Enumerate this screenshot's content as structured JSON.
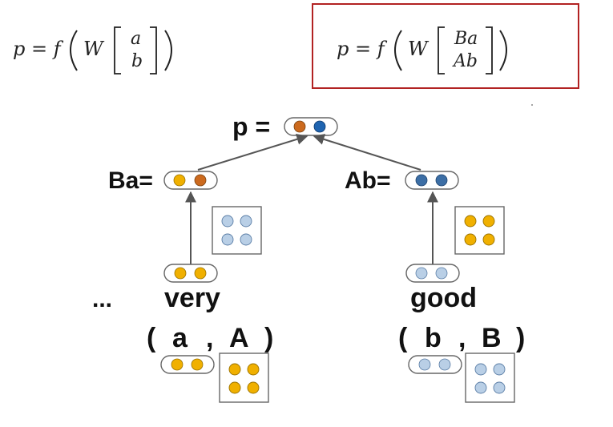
{
  "formula_left": {
    "lhs": "p = f",
    "w": "W",
    "v_top": "a",
    "v_bottom": "b"
  },
  "formula_right": {
    "lhs": "p = f",
    "w": "W",
    "v_top": "Ba",
    "v_bottom": "Ab"
  },
  "tree": {
    "root_label": "p =",
    "left_parent_label": "Ba=",
    "right_parent_label": "Ab=",
    "ellipsis": "...",
    "left_word": "very",
    "right_word": "good",
    "left_pair": {
      "open": "(",
      "vec": "a",
      "comma": ",",
      "mat": "A",
      "close": ")"
    },
    "right_pair": {
      "open": "(",
      "vec": "b",
      "comma": ",",
      "mat": "B",
      "close": ")"
    }
  },
  "colors": {
    "highlight_box": "#b22222",
    "orange": "#cc6a1e",
    "blue": "#1f64b0",
    "gold": "#f0b000",
    "light_blue": "#b9cfe6",
    "steel_blue": "#3c6ea5",
    "arrow": "#555555"
  }
}
